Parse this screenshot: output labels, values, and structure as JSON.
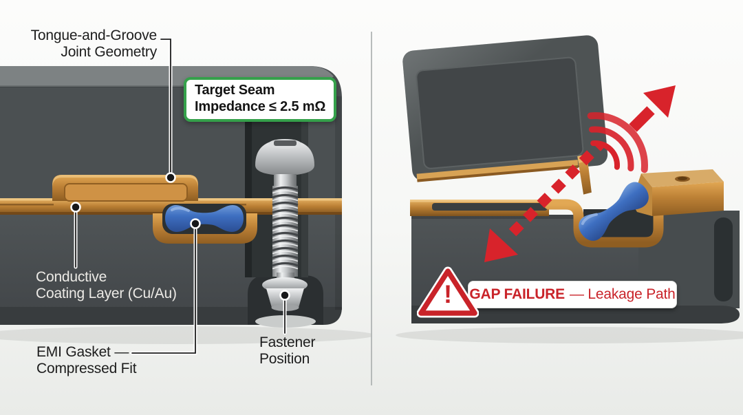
{
  "colors": {
    "enclosure_gray": "#4a4f50",
    "enclosure_top_light": "#7d8283",
    "copper_coating": "#b97e33",
    "copper_highlight": "#ecc27c",
    "gasket_blue": "#3e6fc1",
    "alert_red": "#c92329",
    "target_green": "#35a14b",
    "label_dark": "#1d1d1d",
    "label_light": "#eceae6",
    "steel_silver": "#c4c7c9"
  },
  "left_panel": {
    "tongue_label": {
      "line1": "Tongue-and-Groove",
      "line2": "Joint Geometry"
    },
    "target_badge": {
      "line1": "Target Seam",
      "line2": "Impedance ≤ 2.5 mΩ"
    },
    "coating_label": {
      "line1": "Conductive",
      "line2": "Coating Layer (Cu/Au)"
    },
    "gasket_label": {
      "line1": "EMI Gasket —",
      "line2": "Compressed Fit"
    },
    "fastener_label": {
      "line1": "Fastener",
      "line2": "Position"
    }
  },
  "right_panel": {
    "warning": {
      "exclamation": "!",
      "title": "GAP FAILURE",
      "suffix": "— Leakage Path"
    }
  },
  "icons": [
    "warning-triangle-icon",
    "emi-wave-icon",
    "gap-leakage-dashed-arrow-icon",
    "escape-arrow-icon",
    "callout-dot"
  ]
}
